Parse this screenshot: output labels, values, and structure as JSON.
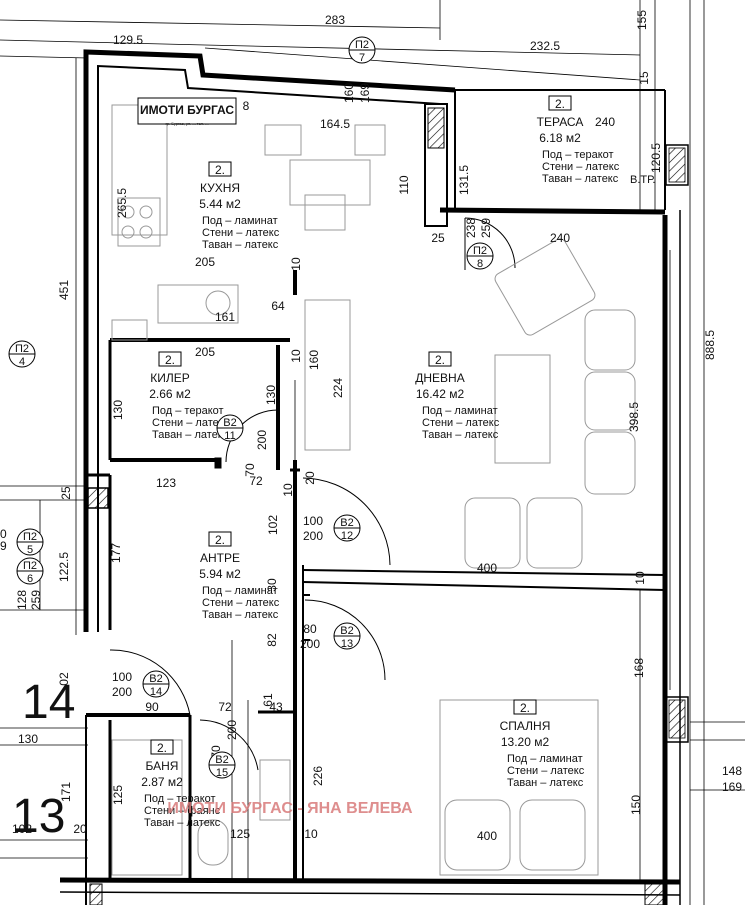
{
  "rooms": [
    {
      "num": "2.",
      "name": "КУХНЯ",
      "area": "5.44 м2",
      "floor": "Под – ламинат",
      "walls": "Стени – латекс",
      "ceiling": "Таван – латекс"
    },
    {
      "num": "2.",
      "name": "ТЕРАСА",
      "area": "6.18 м2",
      "floor": "Под – теракот",
      "walls": "Стени – латекс",
      "ceiling": "Таван – латекс"
    },
    {
      "num": "2.",
      "name": "КИЛЕР",
      "area": "2.66 м2",
      "floor": "Под – теракот",
      "walls": "Стени – латекс",
      "ceiling": "Таван – латекс"
    },
    {
      "num": "2.",
      "name": "ДНЕВНА",
      "area": "16.42 м2",
      "floor": "Под – ламинат",
      "walls": "Стени – латекс",
      "ceiling": "Таван – латекс"
    },
    {
      "num": "2.",
      "name": "АНТРЕ",
      "area": "5.94 м2",
      "floor": "Под – ламинат",
      "walls": "Стени – латекс",
      "ceiling": "Таван – латекс"
    },
    {
      "num": "2.",
      "name": "СПАЛНЯ",
      "area": "13.20 м2",
      "floor": "Под – ламинат",
      "walls": "Стени – латекс",
      "ceiling": "Таван – латекс"
    },
    {
      "num": "2.",
      "name": "БАНЯ",
      "area": "2.87 м2",
      "floor": "Под – теракот",
      "walls": "Стени – фаянс",
      "ceiling": "Таван – латекс"
    }
  ],
  "dimensions": [
    "283",
    "129.5",
    "232.5",
    "155",
    "15",
    "164.5",
    "8",
    "160",
    "169",
    "240",
    "120.5",
    "131.5",
    "110",
    "238",
    "259",
    "25",
    "240",
    "265.5",
    "451",
    "205",
    "10",
    "64",
    "161",
    "205",
    "10",
    "160",
    "224",
    "130",
    "130",
    "398.5",
    "888.5",
    "70",
    "200",
    "72",
    "20",
    "10",
    "123",
    "25",
    "100",
    "200",
    "102",
    "177",
    "122.5",
    "400",
    "10",
    "30",
    "128",
    "259",
    "80",
    "200",
    "82",
    "168",
    "100",
    "200",
    "02",
    "90",
    "72",
    "70",
    "200",
    "61",
    "43",
    "130",
    "171",
    "125",
    "226",
    "148",
    "169",
    "150",
    "102",
    "20",
    "125",
    "10",
    "400"
  ],
  "symbols": [
    {
      "t": "П2",
      "b": "7"
    },
    {
      "t": "П2",
      "b": "8"
    },
    {
      "t": "П2",
      "b": "4"
    },
    {
      "t": "П2",
      "b": "5"
    },
    {
      "t": "П2",
      "b": "6"
    },
    {
      "t": "В2",
      "b": "11"
    },
    {
      "t": "В2",
      "b": "12"
    },
    {
      "t": "В2",
      "b": "13"
    },
    {
      "t": "В2",
      "b": "14"
    },
    {
      "t": "В2",
      "b": "15"
    }
  ],
  "labels": {
    "vtr": "В.ТР.",
    "apt14": "14",
    "apt13": "13",
    "left_dim_1": "0",
    "left_dim_2": "9"
  },
  "logo": {
    "text": "ИМОТИ БУРГАС",
    "sub": "гр. Бургас, ул. ... тел. ..."
  },
  "watermark": "ИМОТИ БУРГАС - ЯНА ВЕЛЕВА"
}
